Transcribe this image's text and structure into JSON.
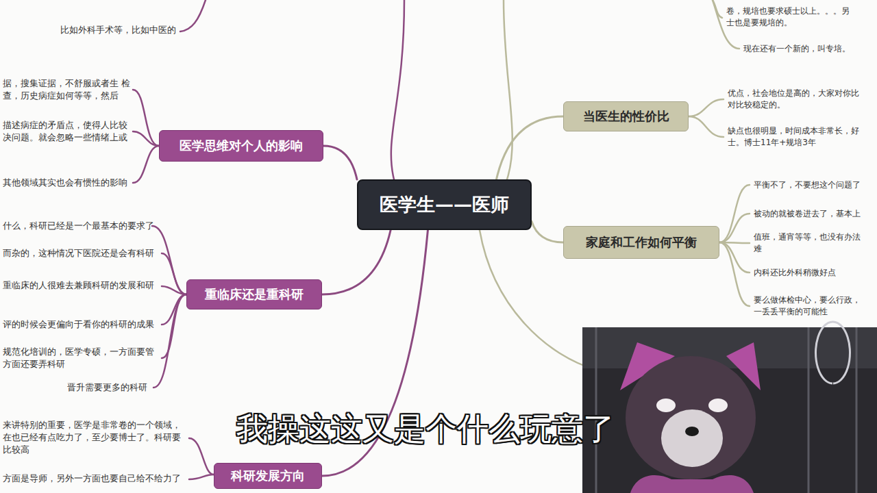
{
  "diagram": {
    "nodes": [
      {
        "text": [
          "医学生——医师"
        ]
      },
      {
        "text": [
          "医学思维对个人的影响"
        ]
      },
      {
        "text": [
          "当医生的性价比"
        ]
      },
      {
        "text": [
          "家庭和工作如何平衡"
        ]
      },
      {
        "text": [
          "重临床还是重科研"
        ]
      },
      {
        "text": [
          "科研发展方向"
        ]
      }
    ],
    "edges": [
      {
        "from": 0,
        "to": 1,
        "arrow": "none"
      },
      {
        "from": 0,
        "to": 2,
        "arrow": "none"
      },
      {
        "from": 0,
        "to": 3,
        "arrow": "none"
      },
      {
        "from": 0,
        "to": 4,
        "arrow": "none"
      },
      {
        "from": 0,
        "to": 5,
        "arrow": "none"
      }
    ],
    "labels": [
      "比如外科手术等，比如中医的",
      "据，搜集证据，不舒服或者生 检查，历史病症如何等等，然后",
      "描述病症的矛盾点，使得人比较 决问题。就会忽略一些情绪上或",
      "其他领域其实也会有惯性的影响",
      "什么，科研已经是一个最基本的要求了",
      "而杂的，这种情况下医院还是会有科研",
      "重临床的人很难去兼顾科研的发展和研",
      "评的时候会更偏向于看你的科研的成果",
      "规范化培训的，医学专硕，一方面要管 方面还要弄科研",
      "晋升需要更多的科研",
      "来讲特别的重要，医学是非常卷的一个领域， 在也已经有点吃力了，至少要博士了。科研要 比较高",
      "方面是导师，另外一方面也要自己给不给力了",
      "卷，规培也要求硕士以上。。。另 士也是要规培的。",
      "现在还有一个新的，叫专培。",
      "优点，社会地位是高的，大家对你比 对比较稳定的。",
      "缺点也很明显，时间成本非常长，好 士。博士11年+规培3年",
      "平衡不了，不要想这个问题了",
      "被动的就被卷进去了，基本上",
      "值班，通宵等等，也没有办法 难",
      "内科还比外科稍微好点",
      "要么做体检中心，要么行政， 一丢丢平衡的可能性",
      "我操这这又是个什么玩意了"
    ]
  }
}
